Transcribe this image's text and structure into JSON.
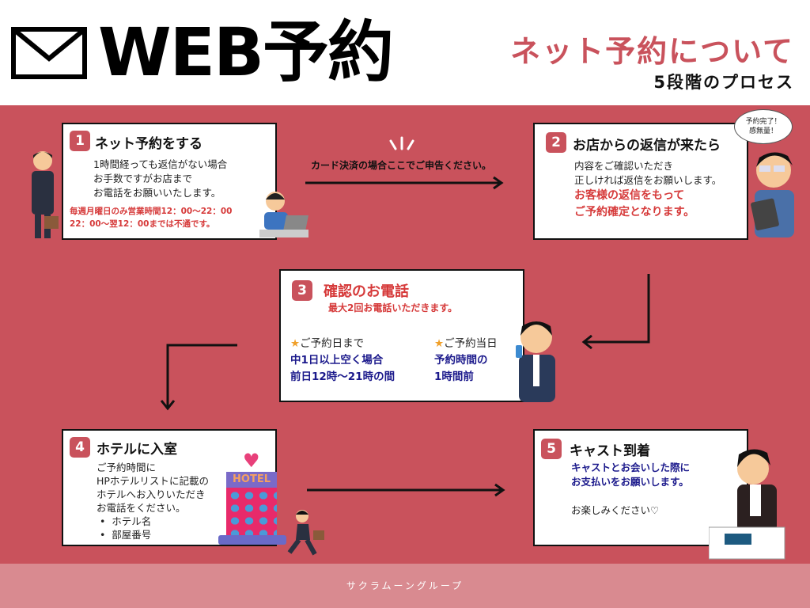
{
  "header": {
    "title": "WEB予約",
    "subtitle": "ネット予約について",
    "subsubtitle": "5段階のプロセス"
  },
  "steps": [
    {
      "num": "1",
      "title": "ネット予約をする",
      "lines": [
        "1時間経っても返信がない場合",
        "お手数ですがお店まで",
        "お電話をお願いいたします。"
      ],
      "notes": [
        "毎週月曜日のみ営業時間12：00〜22：00",
        "22：00〜翌12：00までは不通です。"
      ]
    },
    {
      "num": "2",
      "title": "お店からの返信が来たら",
      "lines": [
        "内容をご確認いただき",
        "正しければ返信をお願いします。"
      ],
      "emph": [
        "お客様の返信をもって",
        "ご予約確定となります。"
      ],
      "bubble": [
        "予約完了！",
        "感無量！"
      ]
    },
    {
      "num": "3",
      "title": "確認のお電話",
      "sub": "最大2回お電話いただきます。",
      "left_head": "ご予約日まで",
      "left": [
        "中1日以上空く場合",
        "前日12時〜21時の間"
      ],
      "right_head": "ご予約当日",
      "right": [
        "予約時間の",
        "1時間前"
      ]
    },
    {
      "num": "4",
      "title": "ホテルに入室",
      "lines": [
        "ご予約時間に",
        "HPホテルリストに記載の",
        "ホテルへお入りいただき",
        "お電話をください。"
      ],
      "bullets": [
        "ホテル名",
        "部屋番号"
      ],
      "hotel_sign": "HOTEL"
    },
    {
      "num": "5",
      "title": "キャスト到着",
      "emph": [
        "キャストとお会いした際に",
        "お支払いをお願いします。"
      ],
      "closing": "お楽しみください♡"
    }
  ],
  "card_note": "カード決済の場合ここでご申告ください。",
  "footer": "サクラムーングループ",
  "colors": {
    "brand": "#c9525c",
    "accent_red": "#d63a3a",
    "navy": "#1c1a8c"
  }
}
